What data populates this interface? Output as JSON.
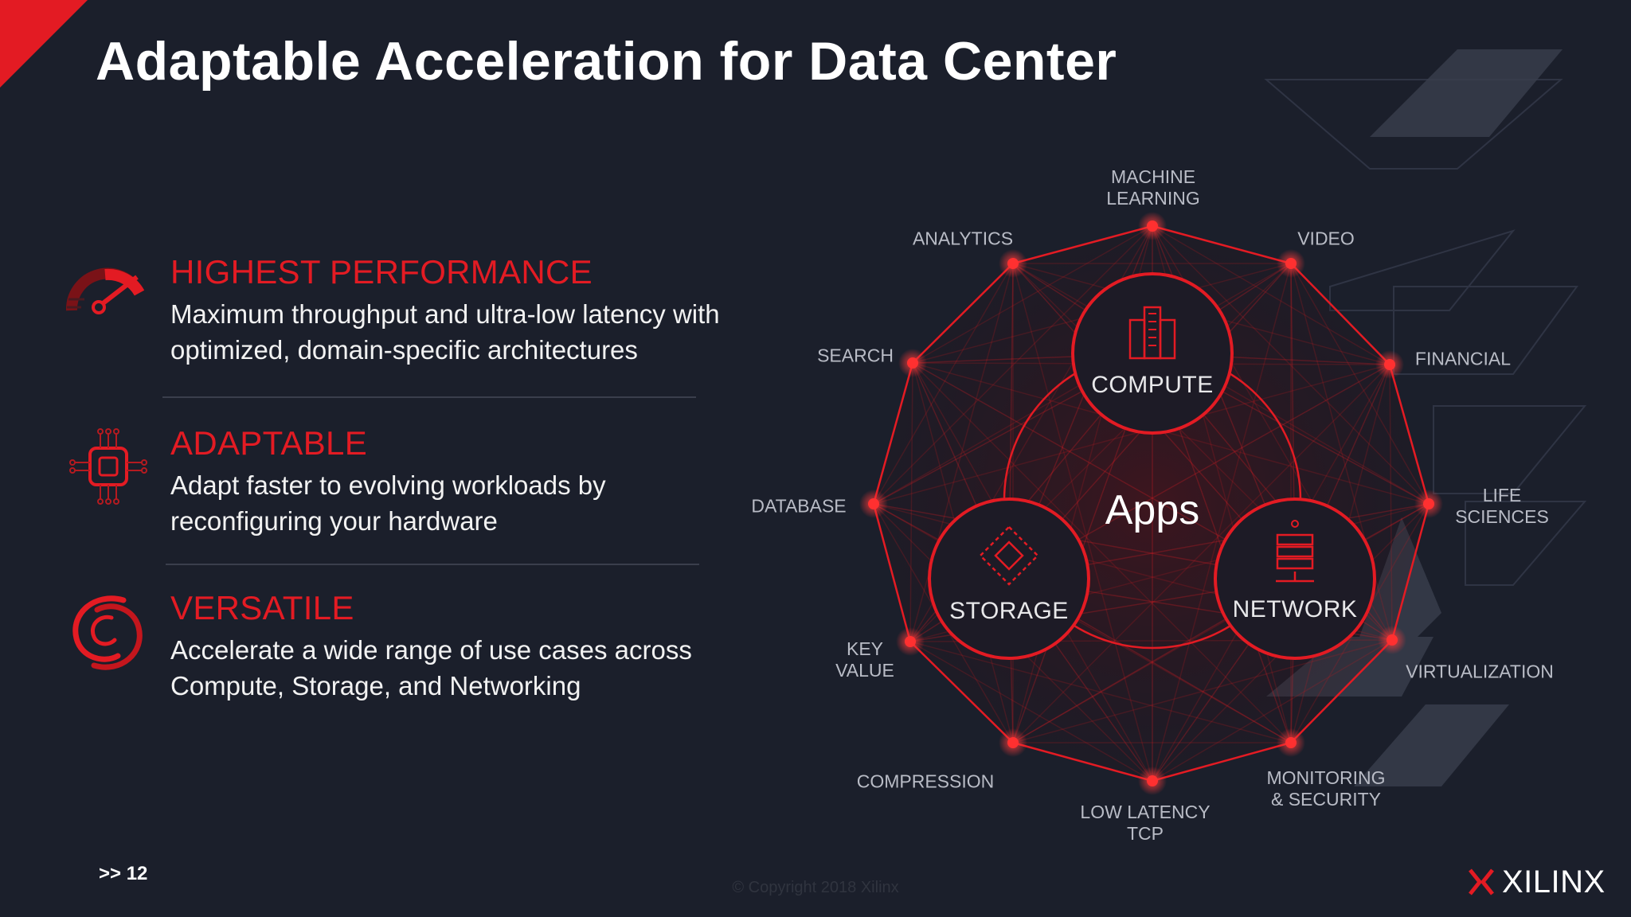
{
  "slide": {
    "title": "Adaptable Acceleration for Data Center",
    "page_number": ">> 12",
    "copyright": "© Copyright 2018 Xilinx",
    "logo_text": "XILINX"
  },
  "features": [
    {
      "heading": "HIGHEST PERFORMANCE",
      "body": "Maximum throughput and ultra-low latency with optimized, domain-specific architectures",
      "icon": "speedometer-icon"
    },
    {
      "heading": "ADAPTABLE",
      "body": "Adapt faster to evolving workloads by reconfiguring your hardware",
      "icon": "chip-icon"
    },
    {
      "heading": "VERSATILE",
      "body": "Accelerate a wide range of use cases across Compute, Storage, and Networking",
      "icon": "swirl-icon"
    }
  ],
  "diagram": {
    "center_label": "Apps",
    "hubs": [
      {
        "label": "COMPUTE",
        "icon": "building-icon"
      },
      {
        "label": "STORAGE",
        "icon": "storage-nodes-icon"
      },
      {
        "label": "NETWORK",
        "icon": "server-rack-icon"
      }
    ],
    "nodes": [
      "MACHINE\nLEARNING",
      "VIDEO",
      "FINANCIAL",
      "LIFE\nSCIENCES",
      "VIRTUALIZATION",
      "MONITORING\n& SECURITY",
      "LOW LATENCY\nTCP",
      "COMPRESSION",
      "KEY\nVALUE",
      "DATABASE",
      "SEARCH",
      "ANALYTICS"
    ]
  },
  "colors": {
    "background": "#1b1f2b",
    "accent": "#e31b23",
    "text": "#ffffff",
    "muted_text": "#b9bcc6"
  }
}
